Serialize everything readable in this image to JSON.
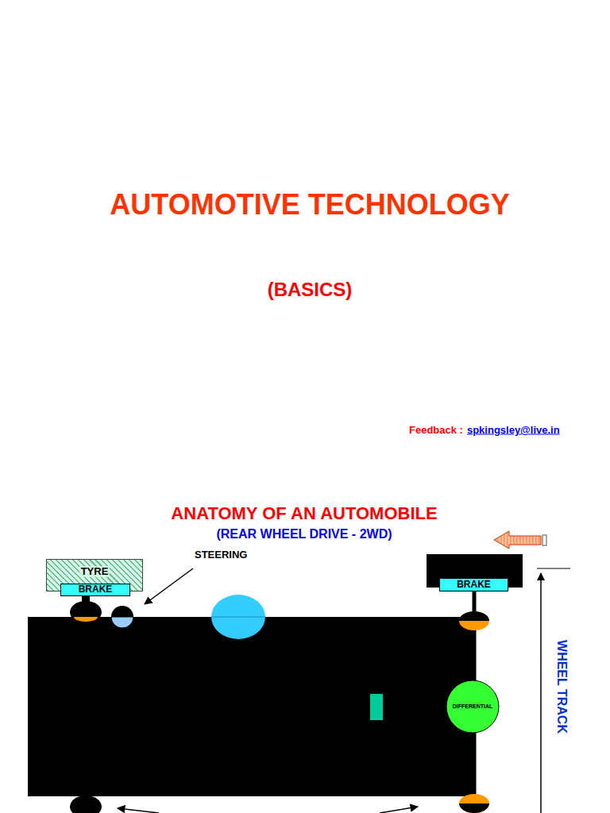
{
  "diagram": {
    "title": "AUTOMOTIVE TECHNOLOGY",
    "nodes": [
      {
        "text": [
          "TYRE"
        ]
      },
      {
        "text": [
          "BRAKE"
        ],
        "in": 0
      },
      {
        "text": [
          "BRAKE"
        ]
      },
      {
        "text": [
          "DIFFERENTIAL"
        ]
      }
    ],
    "labels": [
      "(BASICS)",
      "Feedback :",
      "spkingsley@live.in",
      "ANATOMY OF AN AUTOMOBILE",
      "(REAR WHEEL DRIVE - 2WD)",
      "STEERING",
      "WHEEL TRACK"
    ]
  }
}
